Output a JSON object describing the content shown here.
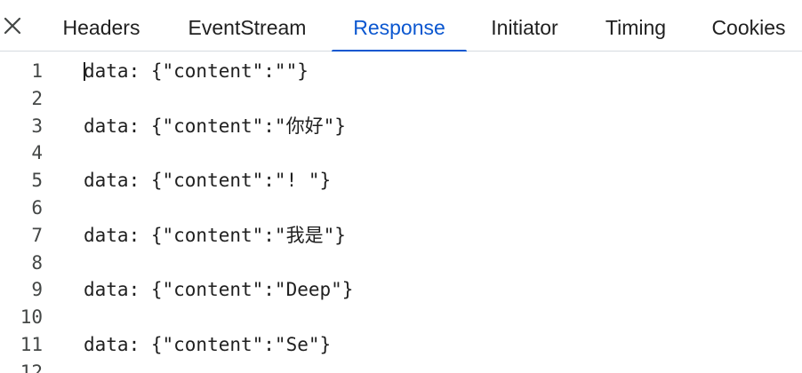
{
  "tabs": [
    {
      "label": "Headers",
      "active": false
    },
    {
      "label": "EventStream",
      "active": false
    },
    {
      "label": "Response",
      "active": true
    },
    {
      "label": "Initiator",
      "active": false
    },
    {
      "label": "Timing",
      "active": false
    },
    {
      "label": "Cookies",
      "active": false
    }
  ],
  "close_icon": "close-icon",
  "accent_color": "#0b57d0",
  "lines": [
    {
      "number": "1",
      "text": "data: {\"content\":\"\"}"
    },
    {
      "number": "2",
      "text": ""
    },
    {
      "number": "3",
      "text": "data: {\"content\":\"你好\"}"
    },
    {
      "number": "4",
      "text": ""
    },
    {
      "number": "5",
      "text": "data: {\"content\":\"! \"}"
    },
    {
      "number": "6",
      "text": ""
    },
    {
      "number": "7",
      "text": "data: {\"content\":\"我是\"}"
    },
    {
      "number": "8",
      "text": ""
    },
    {
      "number": "9",
      "text": "data: {\"content\":\"Deep\"}"
    },
    {
      "number": "10",
      "text": ""
    },
    {
      "number": "11",
      "text": "data: {\"content\":\"Se\"}"
    },
    {
      "number": "12",
      "text": ""
    }
  ]
}
